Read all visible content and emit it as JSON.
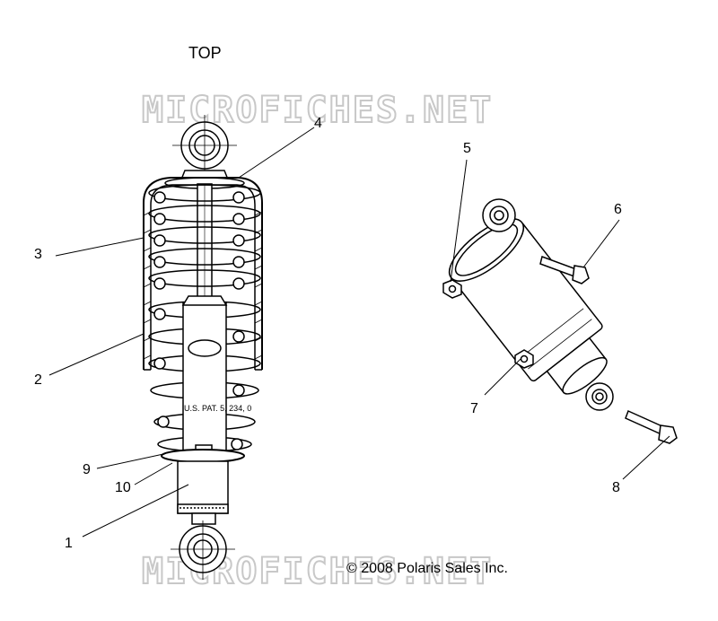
{
  "diagram": {
    "view_label": "TOP",
    "watermark": "MICROFICHES.NET",
    "copyright": "© 2008  Polaris Sales Inc.",
    "stamp_text": "U.S. PAT. 5, 234, 0",
    "callouts": [
      "1",
      "2",
      "3",
      "4",
      "5",
      "6",
      "7",
      "8",
      "9",
      "10"
    ]
  },
  "colors": {
    "line": "#000000",
    "watermark": "#c8c8c8",
    "fill": "#ffffff"
  }
}
